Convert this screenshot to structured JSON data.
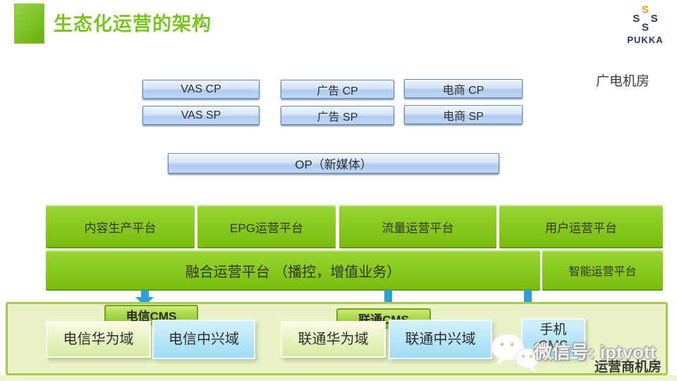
{
  "colors": {
    "title_green": "#7cc421",
    "platform_green": "#86c91c",
    "blue_box_border": "#5a85c2",
    "arrow_blue": "#2f9fdb",
    "zone_fill": "#eaf3c5",
    "zone_border": "#a3ca52",
    "logo_navy": "#1e3a6e",
    "logo_orange": "#f29a1d"
  },
  "header": {
    "title": "生态化运营的架构",
    "logo_brand": "PUKKA",
    "logo_glyph": "S"
  },
  "labels": {
    "broadcast_room": "广电机房",
    "operator_room": "运营商机房"
  },
  "cp_sp_boxes": [
    {
      "label": "VAS CP"
    },
    {
      "label": "广告 CP"
    },
    {
      "label": "电商 CP"
    },
    {
      "label": "VAS SP"
    },
    {
      "label": "广告 SP"
    },
    {
      "label": "电商 SP"
    }
  ],
  "op_box": {
    "label": "OP（新媒体）"
  },
  "platforms": [
    {
      "label": "内容生产平台"
    },
    {
      "label": "EPG运营平台"
    },
    {
      "label": "流量运营平台"
    },
    {
      "label": "用户运营平台"
    }
  ],
  "fusion": {
    "main": "融合运营平台 （播控，增值业务）",
    "side": "智能运营平台"
  },
  "operator_zone": {
    "cms_labels": [
      {
        "label": "电信CMS"
      },
      {
        "label": "联通CMS"
      }
    ],
    "domains": [
      {
        "label": "电信华为域",
        "tone": "green"
      },
      {
        "label": "电信中兴域",
        "tone": "blue"
      },
      {
        "label": "联通华为域",
        "tone": "green"
      },
      {
        "label": "联通中兴域",
        "tone": "blue"
      },
      {
        "label": "手机 CMS",
        "tone": "blue"
      }
    ]
  },
  "watermark": {
    "wechat_id": "微信号: iptvott"
  }
}
